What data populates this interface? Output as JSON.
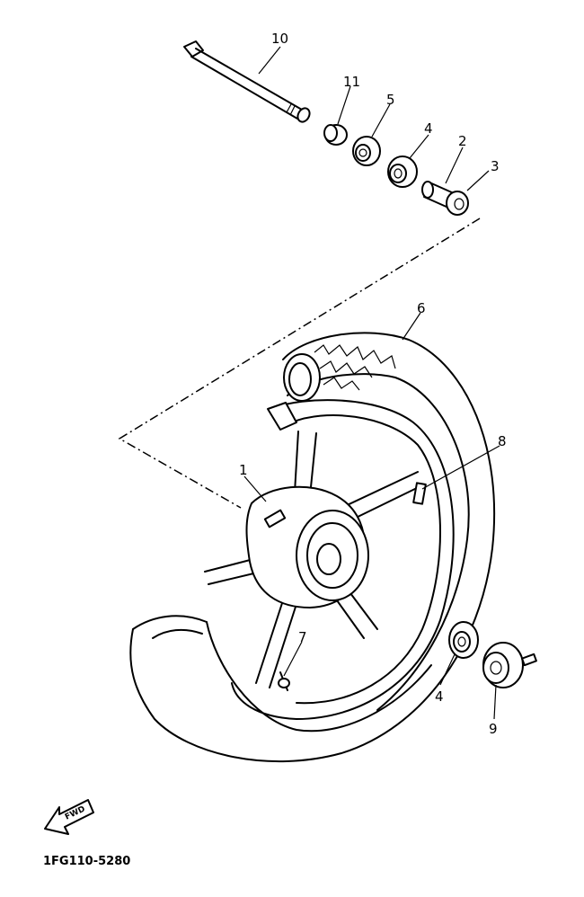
{
  "diagram": {
    "part_code": "1FG110-5280",
    "fwd_label": "FWD",
    "callouts": [
      {
        "id": "c1",
        "text": "1"
      },
      {
        "id": "c2",
        "text": "2"
      },
      {
        "id": "c3",
        "text": "3"
      },
      {
        "id": "c4a",
        "text": "4"
      },
      {
        "id": "c4b",
        "text": "4"
      },
      {
        "id": "c5",
        "text": "5"
      },
      {
        "id": "c6",
        "text": "6"
      },
      {
        "id": "c7",
        "text": "7"
      },
      {
        "id": "c8",
        "text": "8"
      },
      {
        "id": "c9",
        "text": "9"
      },
      {
        "id": "c10",
        "text": "10"
      },
      {
        "id": "c11",
        "text": "11"
      }
    ]
  }
}
